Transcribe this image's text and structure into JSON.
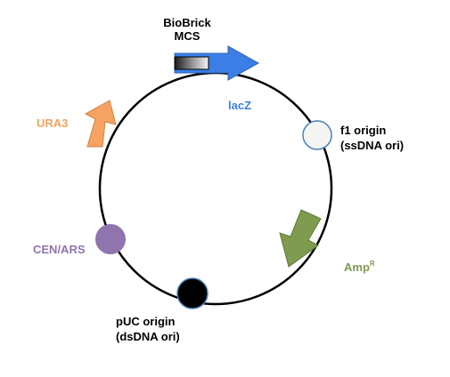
{
  "features": {
    "mcs": {
      "line1": "BioBrick",
      "line2": "MCS"
    },
    "lacz": {
      "label": "lacZ",
      "color": "#3d7ee6"
    },
    "f1": {
      "line1": "f1 origin",
      "line2": "(ssDNA ori)",
      "fill": "#f4f5f3"
    },
    "ampr": {
      "label": "Amp",
      "superscript": "R",
      "color": "#7f9b4f"
    },
    "puc": {
      "line1": "pUC origin",
      "line2": "(dsDNA ori)",
      "fill": "#000000"
    },
    "cenars": {
      "label": "CEN/ARS",
      "color": "#8f74ad"
    },
    "ura3": {
      "label": "URA3",
      "color": "#f5a263"
    }
  }
}
